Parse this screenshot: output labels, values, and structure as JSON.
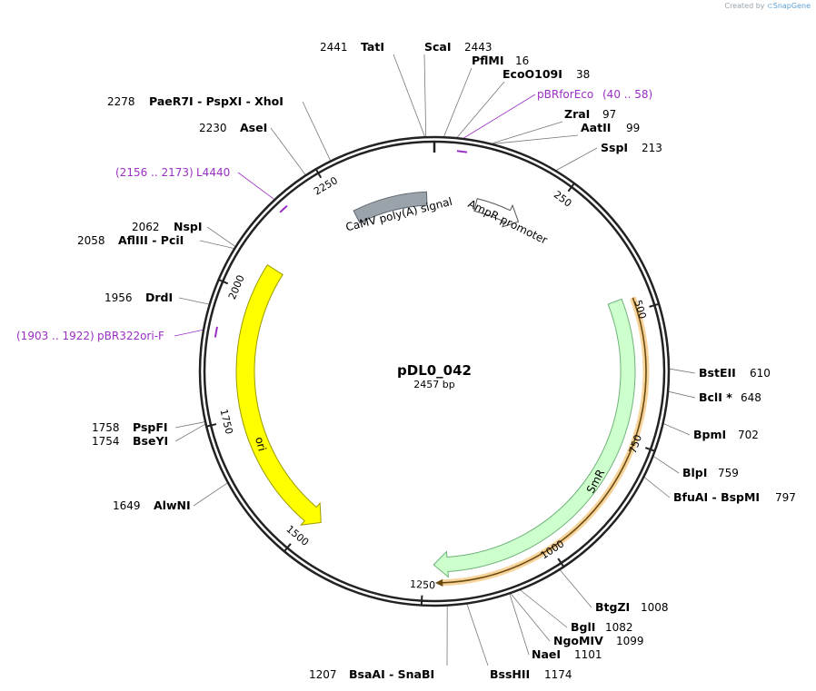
{
  "watermark": {
    "prefix": "Created by",
    "brand": "SnapGene"
  },
  "plasmid": {
    "name": "pDL0_042",
    "size_text": "2457 bp",
    "length": 2457
  },
  "colors": {
    "backbone": "#222222",
    "primer": "#9b2fc4",
    "smr_fill": "#ccffcc",
    "ori_fill": "#ffff00",
    "polyA_fill": "#9aa2aa",
    "orf": "#f0b04a"
  },
  "ticks": [
    {
      "pos": 250,
      "label": "250"
    },
    {
      "pos": 500,
      "label": "500"
    },
    {
      "pos": 750,
      "label": "750"
    },
    {
      "pos": 1000,
      "label": "1000"
    },
    {
      "pos": 1250,
      "label": "1250"
    },
    {
      "pos": 1500,
      "label": "1500"
    },
    {
      "pos": 1750,
      "label": "1750"
    },
    {
      "pos": 2000,
      "label": "2000"
    },
    {
      "pos": 2250,
      "label": "2250"
    }
  ],
  "features": [
    {
      "name": "AmpR promoter",
      "type": "promoter",
      "start": 95,
      "end": 200,
      "dir": 1
    },
    {
      "name": "SmR",
      "type": "cds",
      "start": 470,
      "end": 1230,
      "dir": 1
    },
    {
      "name": "ori",
      "type": "rep",
      "start": 1480,
      "end": 2065,
      "dir": -1
    },
    {
      "name": "CaMV poly(A) signal",
      "type": "polyA",
      "start": 2275,
      "end": 2440,
      "dir": 0
    }
  ],
  "enzymes": [
    {
      "name": "TatI",
      "pos": "2441",
      "pos_first": true
    },
    {
      "name": "ScaI",
      "pos": "2443"
    },
    {
      "name": "PflMI",
      "pos": "16"
    },
    {
      "name": "EcoO109I",
      "pos": "38"
    },
    {
      "name": "ZraI",
      "pos": "97"
    },
    {
      "name": "AatII",
      "pos": "99"
    },
    {
      "name": "SspI",
      "pos": "213"
    },
    {
      "name": "BstEII",
      "pos": "610"
    },
    {
      "name": "BclI *",
      "pos": "648"
    },
    {
      "name": "BpmI",
      "pos": "702"
    },
    {
      "name": "BlpI",
      "pos": "759"
    },
    {
      "name": "BfuAI - BspMI",
      "pos": "797"
    },
    {
      "name": "BtgZI",
      "pos": "1008"
    },
    {
      "name": "BglI",
      "pos": "1082"
    },
    {
      "name": "NgoMIV",
      "pos": "1099"
    },
    {
      "name": "NaeI",
      "pos": "1101"
    },
    {
      "name": "BssHII",
      "pos": "1174"
    },
    {
      "name": "BsaAI - SnaBI",
      "pos": "1207"
    },
    {
      "name": "AlwNI",
      "pos": "1649"
    },
    {
      "name": "BseYI",
      "pos": "1754"
    },
    {
      "name": "PspFI",
      "pos": "1758"
    },
    {
      "name": "DrdI",
      "pos": "1956"
    },
    {
      "name": "AflIII - PciI",
      "pos": "2058"
    },
    {
      "name": "NspI",
      "pos": "2062"
    },
    {
      "name": "AseI",
      "pos": "2230"
    },
    {
      "name": "PaeR7I - PspXI - XhoI",
      "pos": "2278"
    }
  ],
  "primers": [
    {
      "name": "pBRforEco",
      "range": "(40 .. 58)"
    },
    {
      "name": "L4440",
      "range": "(2156 .. 2173)"
    },
    {
      "name": "pBR322ori-F",
      "range": "(1903 .. 1922)"
    }
  ]
}
